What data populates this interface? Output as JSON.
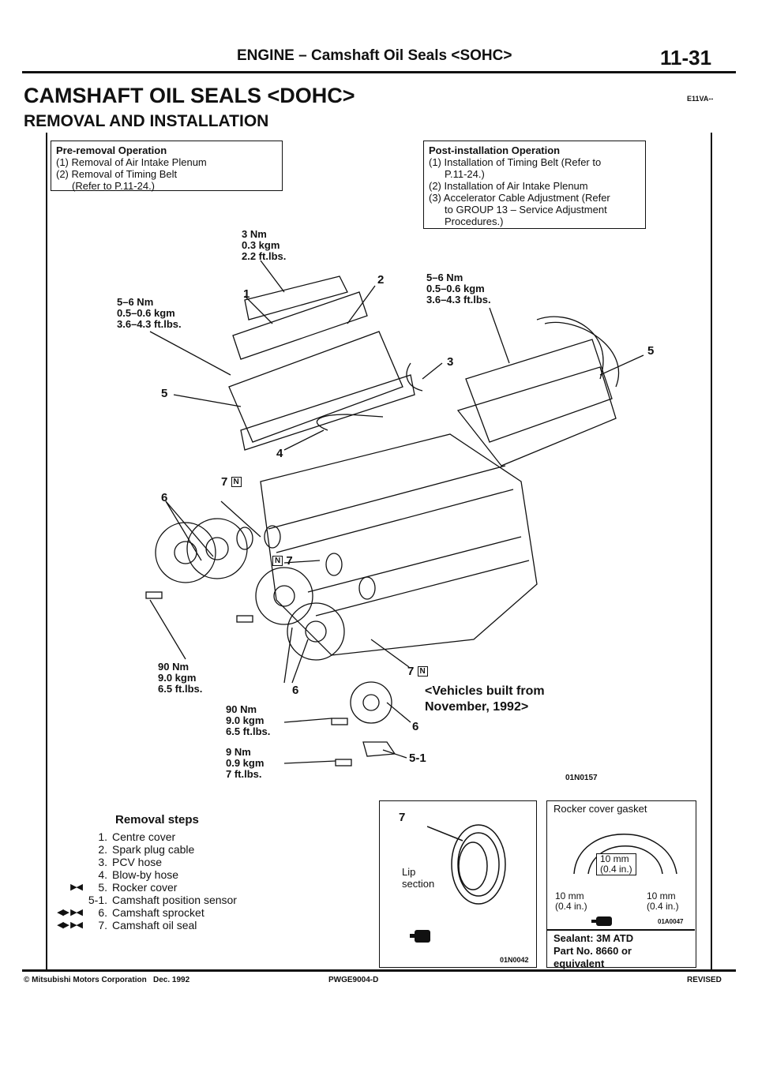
{
  "header": {
    "section": "ENGINE – Camshaft Oil Seals <SOHC>",
    "page_number": "11-31"
  },
  "title": {
    "main": "CAMSHAFT OIL SEALS <DOHC>",
    "code": "E11VA--",
    "subtitle": "REMOVAL AND INSTALLATION"
  },
  "pre_removal": {
    "heading": "Pre-removal Operation",
    "items": [
      "(1) Removal of Air Intake Plenum",
      "(2) Removal of Timing Belt",
      "(Refer to P.11-24.)"
    ]
  },
  "post_installation": {
    "heading": "Post-installation Operation",
    "items": [
      "(1) Installation of Timing Belt (Refer to",
      "P.11-24.)",
      "(2) Installation of Air Intake Plenum",
      "(3) Accelerator Cable Adjustment (Refer",
      "to GROUP 13 – Service Adjustment",
      "Procedures.)"
    ]
  },
  "torques": {
    "t_top": [
      "3 Nm",
      "0.3 kgm",
      "2.2 ft.lbs."
    ],
    "t_left": [
      "5–6 Nm",
      "0.5–0.6 kgm",
      "3.6–4.3 ft.lbs."
    ],
    "t_right": [
      "5–6 Nm",
      "0.5–0.6 kgm",
      "3.6–4.3 ft.lbs."
    ],
    "t_bolt_left": [
      "90 Nm",
      "9.0 kgm",
      "6.5 ft.lbs."
    ],
    "t_bolt_center": [
      "90 Nm",
      "9.0 kgm",
      "6.5 ft.lbs."
    ],
    "t_sensor": [
      "9 Nm",
      "0.9 kgm",
      "7 ft.lbs."
    ]
  },
  "callouts": {
    "c1": "1",
    "c2": "2",
    "c3": "3",
    "c4": "4",
    "c5a": "5",
    "c5b": "5",
    "c6a": "6",
    "c6b": "6",
    "c6c": "6",
    "c7a": "7",
    "c7b": "7",
    "c7c": "7",
    "c51": "5-1",
    "new_mark": "N"
  },
  "vehicles_note": "<Vehicles built from November, 1992>",
  "figure_codes": {
    "main": "01N0157",
    "seal": "01N0042",
    "gasket": "01A0047"
  },
  "removal_steps": {
    "heading": "Removal steps",
    "steps": [
      {
        "mark": "",
        "num": "1.",
        "label": "Centre cover"
      },
      {
        "mark": "",
        "num": "2.",
        "label": "Spark plug cable"
      },
      {
        "mark": "",
        "num": "3.",
        "label": "PCV hose"
      },
      {
        "mark": "",
        "num": "4.",
        "label": "Blow-by hose"
      },
      {
        "mark": "▶◀",
        "num": "5.",
        "label": "Rocker cover"
      },
      {
        "mark": "",
        "num": "5-1.",
        "label": "Camshaft position sensor"
      },
      {
        "mark": "◀▶ ▶◀",
        "num": "6.",
        "label": "Camshaft sprocket"
      },
      {
        "mark": "◀▶ ▶◀",
        "num": "7.",
        "label": "Camshaft oil seal"
      }
    ]
  },
  "seal_box": {
    "callout": "7",
    "lip_label": "Lip section"
  },
  "gasket_box": {
    "title": "Rocker cover gasket",
    "dim_top": "10 mm",
    "dim_top_in": "(0.4 in.)",
    "dim_left": "10 mm",
    "dim_left_in": "(0.4 in.)",
    "dim_right": "10 mm",
    "dim_right_in": "(0.4 in.)"
  },
  "sealant": [
    "Sealant: 3M ATD",
    "Part No. 8660 or",
    "equivalent"
  ],
  "footer": {
    "copyright": "© Mitsubishi Motors Corporation   Dec. 1992",
    "doc_code": "PWGE9004-D",
    "status": "REVISED"
  }
}
